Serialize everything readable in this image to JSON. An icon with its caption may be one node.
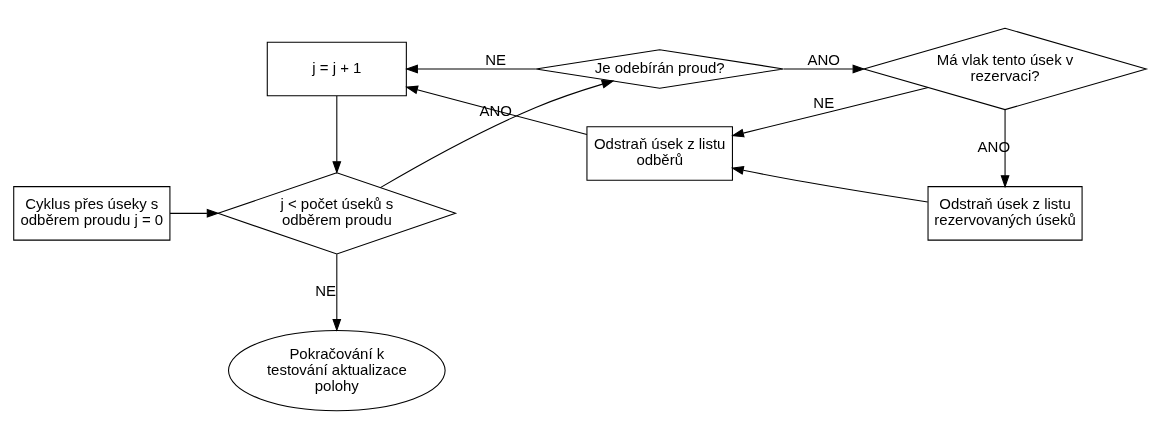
{
  "diagram": {
    "nodes": [
      {
        "text": [
          "Cyklus přes úseky s odběrem proudu j = 0"
        ]
      },
      {
        "text": [
          "j < počet úseků s odběrem proudu"
        ]
      },
      {
        "text": [
          "Je odebírán proud?"
        ]
      },
      {
        "text": [
          "Má vlak tento úsek v rezervaci?"
        ]
      },
      {
        "text": [
          "Odstraň úsek z listu rezervovaných úseků"
        ]
      },
      {
        "text": [
          "Odstraň úsek z listu odběrů"
        ]
      },
      {
        "text": [
          "j = j + 1"
        ]
      },
      {
        "text": [
          "Pokračování k testování aktualizace polohy"
        ]
      }
    ],
    "edges": [
      {
        "from": 0,
        "to": 1,
        "arrow": "to"
      },
      {
        "from": 1,
        "to": 2,
        "arrow": "to",
        "label": "ANO"
      },
      {
        "from": 2,
        "to": 3,
        "arrow": "to",
        "label": "ANO"
      },
      {
        "from": 3,
        "to": 4,
        "arrow": "to",
        "label": "ANO"
      },
      {
        "from": 4,
        "to": 5,
        "arrow": "to"
      },
      {
        "from": 3,
        "to": 5,
        "arrow": "to",
        "label": "NE"
      },
      {
        "from": 5,
        "to": 6,
        "arrow": "to"
      },
      {
        "from": 2,
        "to": 6,
        "arrow": "to",
        "label": "NE"
      },
      {
        "from": 6,
        "to": 1,
        "arrow": "to"
      },
      {
        "from": 1,
        "to": 7,
        "arrow": "to",
        "label": "NE"
      }
    ]
  }
}
